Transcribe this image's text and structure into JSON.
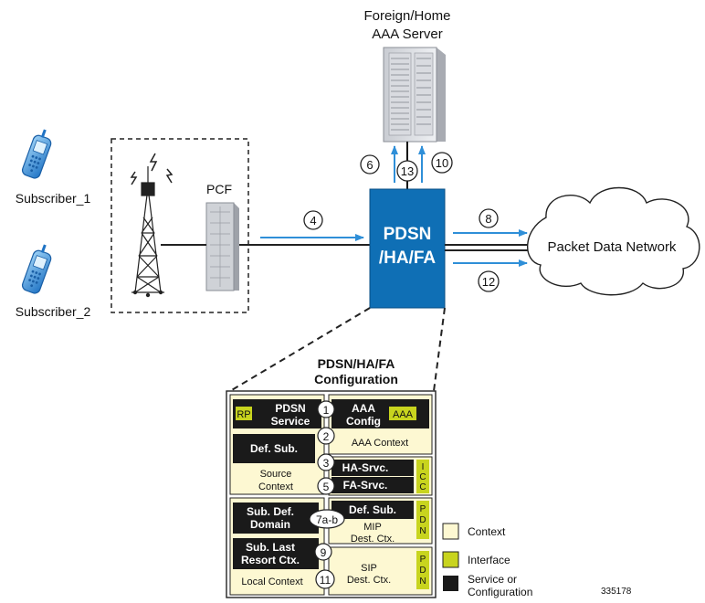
{
  "server": {
    "line1": "Foreign/Home",
    "line2": "AAA Server"
  },
  "subscribers": [
    "Subscriber_1",
    "Subscriber_2"
  ],
  "pcf": "PCF",
  "pdsn": {
    "line1": "PDSN",
    "line2": "/HA/FA"
  },
  "network": "Packet Data Network",
  "steps": {
    "s4": "4",
    "s6": "6",
    "s8": "8",
    "s10": "10",
    "s12": "12",
    "s13": "13",
    "s1": "1",
    "s2": "2",
    "s3": "3",
    "s5": "5",
    "s7": "7a-b",
    "s9": "9",
    "s11": "11"
  },
  "config": {
    "title1": "PDSN/HA/FA",
    "title2": "Configuration",
    "rp": "RP",
    "pdsn_service_1": "PDSN",
    "pdsn_service_2": "Service",
    "aaa_config_1": "AAA",
    "aaa_config_2": "Config",
    "aaa": "AAA",
    "aaa_context": "AAA Context",
    "def_sub": "Def. Sub.",
    "source_context_1": "Source",
    "source_context_2": "Context",
    "ha_srvc": "HA-Srvc.",
    "fa_srvc": "FA-Srvc.",
    "icc": [
      "I",
      "C",
      "C"
    ],
    "sub_def_domain_1": "Sub. Def.",
    "sub_def_domain_2": "Domain",
    "mip_def_sub": "Def. Sub.",
    "mip_1": "MIP",
    "mip_2": "Dest. Ctx.",
    "pdn1": [
      "P",
      "D",
      "N"
    ],
    "sub_last_1": "Sub. Last",
    "sub_last_2": "Resort Ctx.",
    "local_context": "Local Context",
    "sip_1": "SIP",
    "sip_2": "Dest. Ctx.",
    "pdn2": [
      "P",
      "D",
      "N"
    ]
  },
  "legend": {
    "context": "Context",
    "interface": "Interface",
    "service_1": "Service or",
    "service_2": "Configuration"
  },
  "figure_id": "335178",
  "colors": {
    "pdsn_blue": "#0f6fb5",
    "arrow_blue": "#2f8fd8",
    "context_fill": "#fdf8d2",
    "interface_fill": "#c8d41e",
    "service_fill": "#1a1a1a"
  }
}
